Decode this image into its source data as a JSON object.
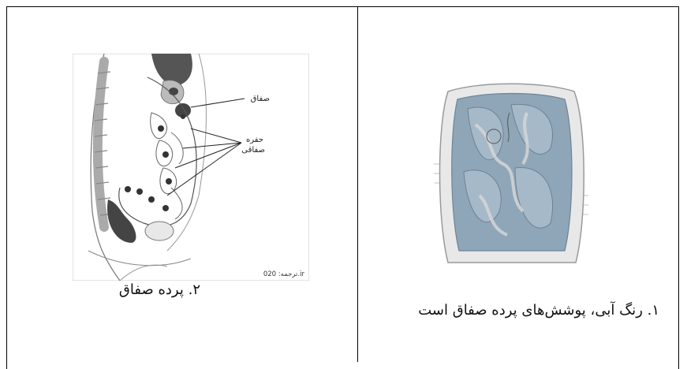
{
  "figure_left": {
    "caption": "۲. پرده صفاق",
    "labels": {
      "peritoneum": "صفاق",
      "cavity_line1": "حفره",
      "cavity_line2": "صفاقی",
      "credit": "ترجمه: 020.ir"
    }
  },
  "figure_right": {
    "caption": "۱. رنگ آبی، پوشش‌های پرده صفاق است"
  },
  "colors": {
    "border": "#000000",
    "peritoneum_blue": "#8fa6b8",
    "organ_dark": "#555555"
  }
}
